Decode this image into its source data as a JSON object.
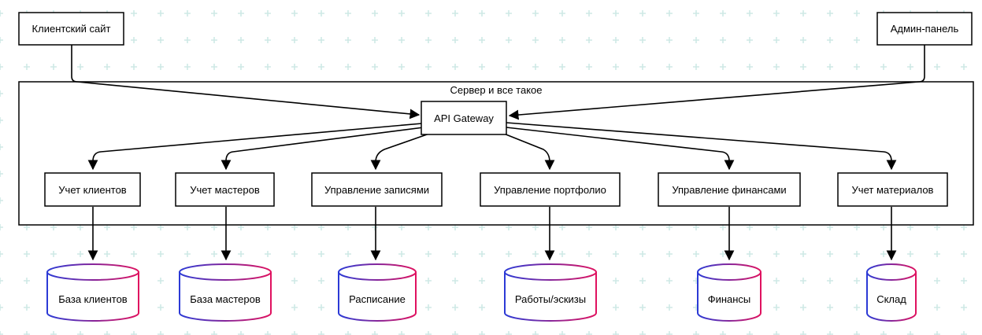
{
  "clients": {
    "client_site": "Клиентский сайт",
    "admin_panel": "Админ-панель"
  },
  "server": {
    "title": "Сервер и все такое",
    "gateway": "API Gateway",
    "services": [
      "Учет клиентов",
      "Учет мастеров",
      "Управление записями",
      "Управление портфолио",
      "Управление финансами",
      "Учет материалов"
    ]
  },
  "databases": [
    "База клиентов",
    "База мастеров",
    "Расписание",
    "Работы/эскизы",
    "Финансы",
    "Склад"
  ],
  "colors": {
    "grid_plus": "#cfe9e6",
    "box_border": "#000000",
    "db_gradient_start": "#2b3ad6",
    "db_gradient_end": "#e0115f"
  }
}
